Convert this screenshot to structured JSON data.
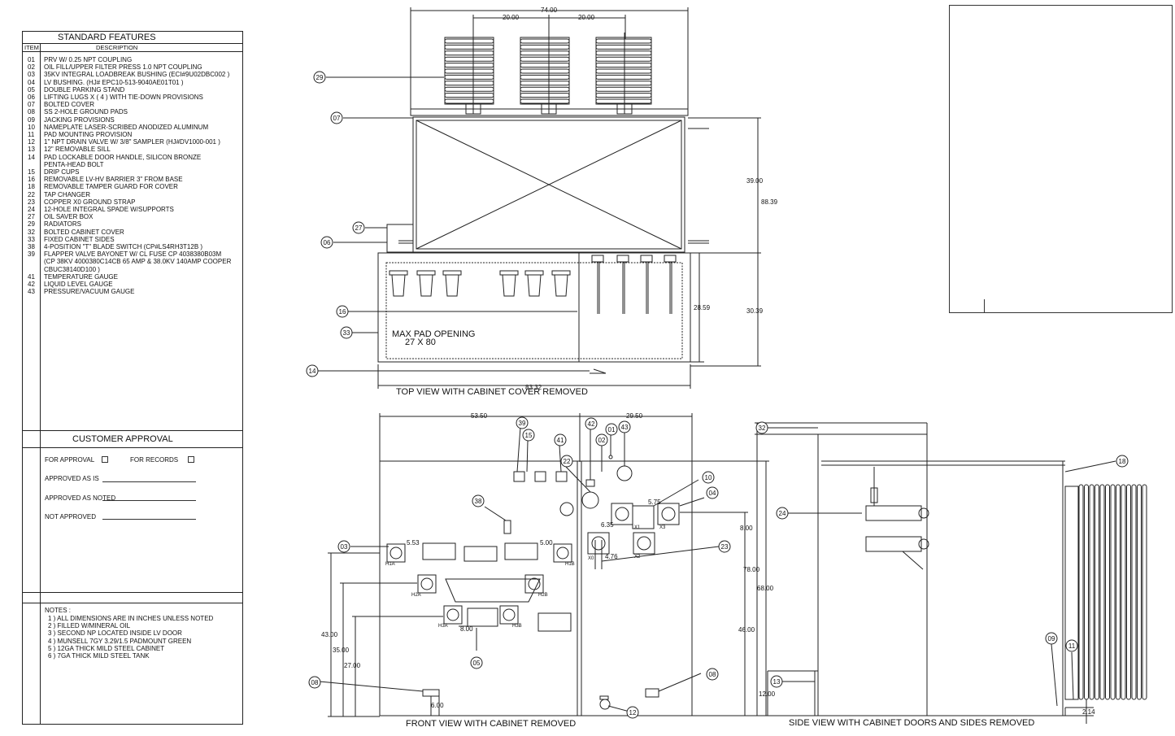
{
  "standard_features": {
    "title": "STANDARD FEATURES",
    "col_item": "ITEM",
    "col_desc": "DESCRIPTION",
    "items": [
      {
        "n": "01",
        "d": "PRV W/ 0.25 NPT COUPLING"
      },
      {
        "n": "02",
        "d": "OIL FILL/UPPER FILTER PRESS 1.0 NPT COUPLING"
      },
      {
        "n": "03",
        "d": "35KV INTEGRAL LOADBREAK BUSHING  (ECI#9U02DBC002 )"
      },
      {
        "n": "04",
        "d": "LV BUSHING.  (HJ# EPC10-513-9040AE01T01 )"
      },
      {
        "n": "05",
        "d": "DOUBLE PARKING STAND"
      },
      {
        "n": "06",
        "d": "LIFTING LUGS X  ( 4 ) WITH TIE-DOWN PROVISIONS"
      },
      {
        "n": "07",
        "d": "BOLTED COVER"
      },
      {
        "n": "08",
        "d": "SS 2-HOLE GROUND PADS"
      },
      {
        "n": "09",
        "d": "JACKING PROVISIONS"
      },
      {
        "n": "10",
        "d": "NAMEPLATE LASER-SCRIBED ANODIZED ALUMINUM"
      },
      {
        "n": "11",
        "d": "PAD MOUNTING PROVISION"
      },
      {
        "n": "12",
        "d": "1\" NPT DRAIN VALVE W/ 3/8\" SAMPLER  (HJ#DV1000-001 )"
      },
      {
        "n": "13",
        "d": "12\" REMOVABLE SILL"
      },
      {
        "n": "14",
        "d": "PAD LOCKABLE DOOR HANDLE, SILICON BRONZE"
      },
      {
        "n": "",
        "d": "PENTA-HEAD BOLT"
      },
      {
        "n": "15",
        "d": "DRIP CUPS"
      },
      {
        "n": "16",
        "d": "REMOVABLE LV-HV BARRIER 3\" FROM BASE"
      },
      {
        "n": "18",
        "d": "REMOVABLE TAMPER GUARD FOR COVER"
      },
      {
        "n": "22",
        "d": "TAP CHANGER"
      },
      {
        "n": "23",
        "d": "COPPER X0 GROUND STRAP"
      },
      {
        "n": "24",
        "d": "12-HOLE INTEGRAL SPADE W/SUPPORTS"
      },
      {
        "n": "27",
        "d": "OIL SAVER BOX"
      },
      {
        "n": "29",
        "d": "RADIATORS"
      },
      {
        "n": "32",
        "d": "BOLTED CABINET COVER"
      },
      {
        "n": "33",
        "d": "FIXED CABINET SIDES"
      },
      {
        "n": "38",
        "d": "4-POSITION \"T\" BLADE SWITCH  (CP#LS4RH3T12B )"
      },
      {
        "n": "39",
        "d": "FLAPPER VALVE BAYONET W/ CL FUSE CP 4038380B03M"
      },
      {
        "n": "",
        "d": " (CP 38KV 4000380C14CB  65 AMP & 38.0KV 140AMP COOPER"
      },
      {
        "n": "",
        "d": " CBUC38140D100 )"
      },
      {
        "n": "41",
        "d": "TEMPERATURE GAUGE"
      },
      {
        "n": "42",
        "d": "LIQUID LEVEL GAUGE"
      },
      {
        "n": "43",
        "d": "PRESSURE/VACUUM GAUGE"
      }
    ]
  },
  "customer_approval": {
    "title": "CUSTOMER APPROVAL",
    "for_approval": "FOR APPROVAL",
    "for_records": "FOR RECORDS",
    "approved_as_is": "APPROVED AS IS",
    "approved_as_noted": "APPROVED AS NOTED",
    "not_approved": "NOT APPROVED"
  },
  "notes": {
    "title": "NOTES :",
    "lines": [
      "1 ) ALL DIMENSIONS ARE IN INCHES UNLESS NOTED",
      "2 ) FILLED W/MINERAL OIL",
      "3 ) SECOND NP LOCATED INSIDE LV DOOR",
      "4 ) MUNSELL 7GY 3.29/1.5 PADMOUNT GREEN",
      "5 ) 12GA THICK MILD STEEL CABINET",
      "6 ) 7GA THICK MILD STEEL TANK"
    ]
  },
  "views": {
    "top": "TOP VIEW WITH CABINET COVER REMOVED",
    "front": "FRONT VIEW WITH CABINET REMOVED",
    "side": "SIDE VIEW WITH CABINET DOORS AND SIDES REMOVED"
  },
  "top_view": {
    "pad_opening": "MAX PAD OPENING",
    "pad_size": "27 X 80",
    "dims": {
      "overall": "74.00",
      "rad1": "20.00",
      "rad2": "20.00",
      "tank": "39.00",
      "total": "88.39",
      "cab": "30.39",
      "cab_inner": "28.59",
      "width": "83.32"
    },
    "balloons": {
      "b29": "29",
      "b07": "07",
      "b27": "27",
      "b06": "06",
      "b16": "16",
      "b33": "33",
      "b14": "14"
    }
  },
  "front_view": {
    "dims": {
      "w1": "53.50",
      "w2": "29.50",
      "d43": "43.00",
      "d35": "35.00",
      "d27": "27.00",
      "d600": "6.00",
      "d553": "5.53",
      "d500": "5.00",
      "d800a": "8.00",
      "d575": "5.75",
      "d635": "6.35",
      "d476": "4.76",
      "d800b": "8.00",
      "d78": "78.00",
      "d46": "46.00"
    },
    "labels": {
      "h1a": "H1A",
      "h1b": "H1B",
      "h2a": "H2A",
      "h2b": "H2B",
      "h3a": "H3A",
      "h3b": "H3B",
      "x0": "X0",
      "x1": "X1",
      "x2": "X2",
      "x3": "X3"
    },
    "balloons": {
      "b39": "39",
      "b15": "15",
      "b41": "41",
      "b22": "22",
      "b42": "42",
      "b02": "02",
      "b01": "01",
      "b43": "43",
      "b10": "10",
      "b04": "04",
      "b38": "38",
      "b03": "03",
      "b23": "23",
      "b05": "05",
      "b08a": "08",
      "b08b": "08",
      "b12": "12"
    }
  },
  "side_view": {
    "dims": {
      "d68": "68.00",
      "d12": "12.00",
      "d214": "2.14"
    },
    "balloons": {
      "b32": "32",
      "b18": "18",
      "b24": "24",
      "b13": "13",
      "b09": "09",
      "b11": "11"
    }
  }
}
